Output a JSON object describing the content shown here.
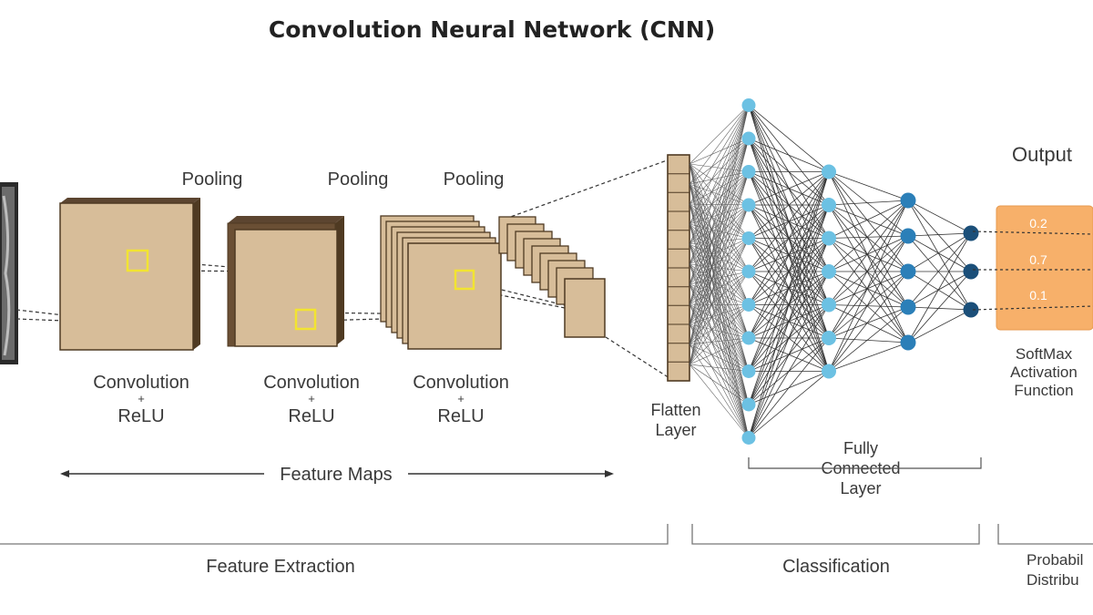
{
  "title": "Convolution  Neural  Network (CNN)",
  "stages": {
    "pooling_labels": [
      "Pooling",
      "Pooling",
      "Pooling"
    ],
    "conv_labels": [
      {
        "line1": "Convolution",
        "line2": "+",
        "line3": "ReLU"
      },
      {
        "line1": "Convolution",
        "line2": "+",
        "line3": "ReLU"
      },
      {
        "line1": "Convolution",
        "line2": "+",
        "line3": "ReLU"
      }
    ],
    "feature_maps": "Feature  Maps",
    "flatten": {
      "line1": "Flatten",
      "line2": "Layer"
    },
    "fully_connected": {
      "line1": "Fully",
      "line2": "Connected",
      "line3": "Layer"
    },
    "output": "Output",
    "output_values": [
      "0.2",
      "0.7",
      "0.1"
    ],
    "softmax": {
      "line1": "SoftMax",
      "line2": "Activation",
      "line3": "Function"
    }
  },
  "sections": {
    "feature_extraction": "Feature Extraction",
    "classification": "Classification",
    "probability": {
      "line1": "Probabil",
      "line2": "Distribu"
    }
  },
  "network": {
    "layer_sizes": [
      11,
      7,
      5,
      3
    ]
  },
  "colors": {
    "map_face": "#d7bd99",
    "map_edge": "#4f3a22",
    "highlight": "#f2e431",
    "node_light": "#6cc1e3",
    "node_mid": "#2b7fb8",
    "node_dark": "#1b4f79",
    "output_box": "#f7b06a"
  }
}
